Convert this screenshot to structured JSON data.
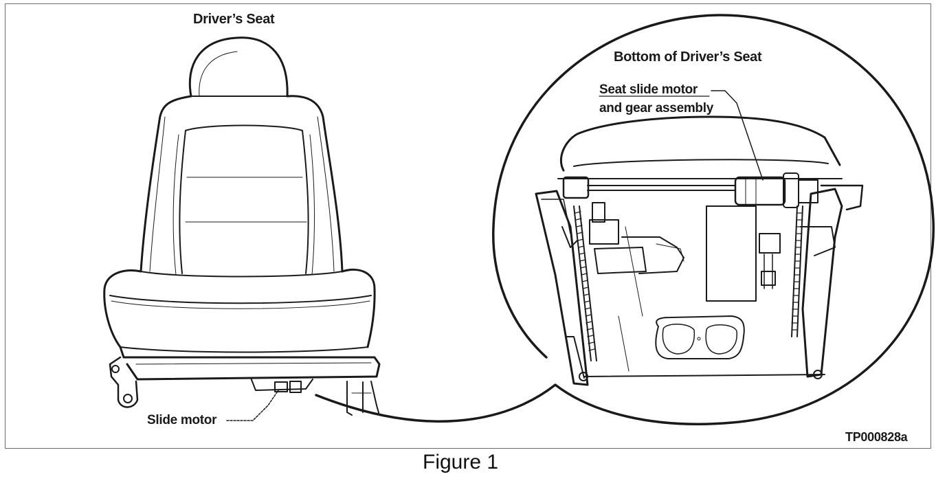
{
  "labels": {
    "drivers_seat": "Driver’s Seat",
    "bottom_of_drivers_seat": "Bottom of Driver’s Seat",
    "motor_line1": "Seat slide motor",
    "motor_line2": "and gear assembly",
    "slide_motor": "Slide motor",
    "figure_code": "TP000828a"
  },
  "caption": "Figure 1",
  "colors": {
    "line": "#1a1a1a",
    "frame": "#6a6a6a",
    "background": "#ffffff"
  }
}
